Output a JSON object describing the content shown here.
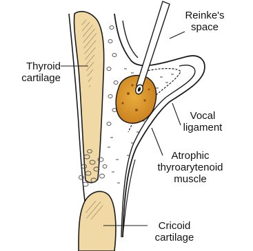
{
  "labels": {
    "reinkes_space": [
      "Reinke's",
      "space"
    ],
    "thyroid_cartilage": [
      "Thyroid",
      "cartilage"
    ],
    "vocal_ligament": [
      "Vocal",
      "ligament"
    ],
    "atrophic_muscle": [
      "Atrophic",
      "thyroarytenoid",
      "muscle"
    ],
    "cricoid_cartilage": [
      "Cricoid",
      "cartilage"
    ]
  },
  "colors": {
    "cartilage_fill": "#f1d9a6",
    "lesion_fill": "#d99a28",
    "lesion_dark": "#b8741a",
    "outline": "#1a1a1a"
  }
}
